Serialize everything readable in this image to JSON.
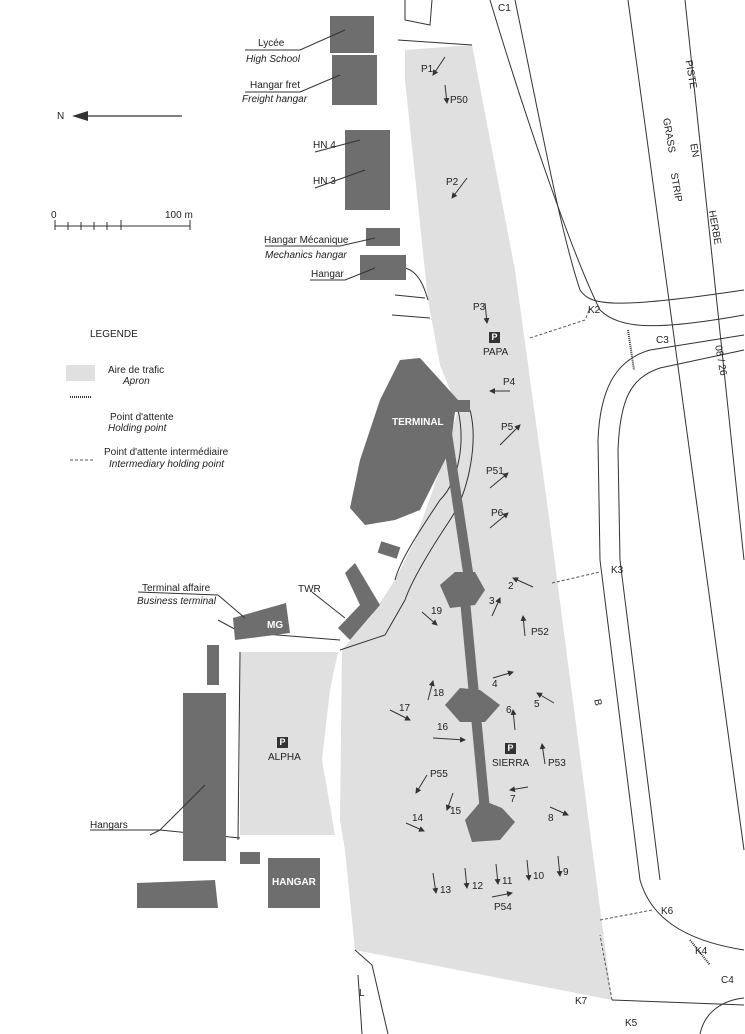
{
  "north_label": "N",
  "scale": {
    "zero": "0",
    "hundred": "100 m"
  },
  "legend": {
    "title": "LEGENDE",
    "apron_fr": "Aire de trafic",
    "apron_en": "Apron",
    "holding_fr": "Point d'attente",
    "holding_en": "Holding point",
    "inter_fr": "Point d'attente intermédiaire",
    "inter_en": "Intermediary holding point"
  },
  "buildings": {
    "lycee_fr": "Lycée",
    "lycee_en": "High School",
    "freight_fr": "Hangar fret",
    "freight_en": "Freight hangar",
    "hn4": "HN 4",
    "hn3": "HN 3",
    "mech_fr": "Hangar Mécanique",
    "mech_en": "Mechanics hangar",
    "hangar": "Hangar",
    "terminal": "TERMINAL",
    "business_fr": "Terminal affaire",
    "business_en": "Business terminal",
    "mg": "MG",
    "twr": "TWR",
    "hangars": "Hangars",
    "hangar_big": "HANGAR"
  },
  "parking": {
    "p_symbol": "P",
    "papa": "PAPA",
    "alpha": "ALPHA",
    "sierra": "SIERRA"
  },
  "runway": {
    "piste": "PISTE",
    "en": "EN",
    "herbe": "HERBE",
    "grass": "GRASS",
    "strip": "STRIP",
    "designation": "08 / 26"
  },
  "taxiways": {
    "c1": "C1",
    "c3": "C3",
    "c4": "C4",
    "k2": "K2",
    "k3": "K3",
    "k4": "K4",
    "k5": "K5",
    "k6": "K6",
    "k7": "K7",
    "b": "B",
    "l": "L"
  },
  "stands": {
    "p1": "P1",
    "p50": "P50",
    "p2": "P2",
    "p3": "P3",
    "p4": "P4",
    "p5": "P5",
    "p51": "P51",
    "p6": "P6",
    "s2": "2",
    "s3": "3",
    "s19": "19",
    "p52": "P52",
    "s4": "4",
    "s18": "18",
    "s17": "17",
    "s5": "5",
    "s6": "6",
    "s16": "16",
    "p53": "P53",
    "p55": "P55",
    "s7": "7",
    "s15": "15",
    "s14": "14",
    "s8": "8",
    "s13": "13",
    "s12": "12",
    "s11": "11",
    "s10": "10",
    "s9": "9",
    "p54": "P54"
  },
  "colors": {
    "apron": "#e0e0e0",
    "building": "#6e6e6e",
    "line": "#333333"
  }
}
